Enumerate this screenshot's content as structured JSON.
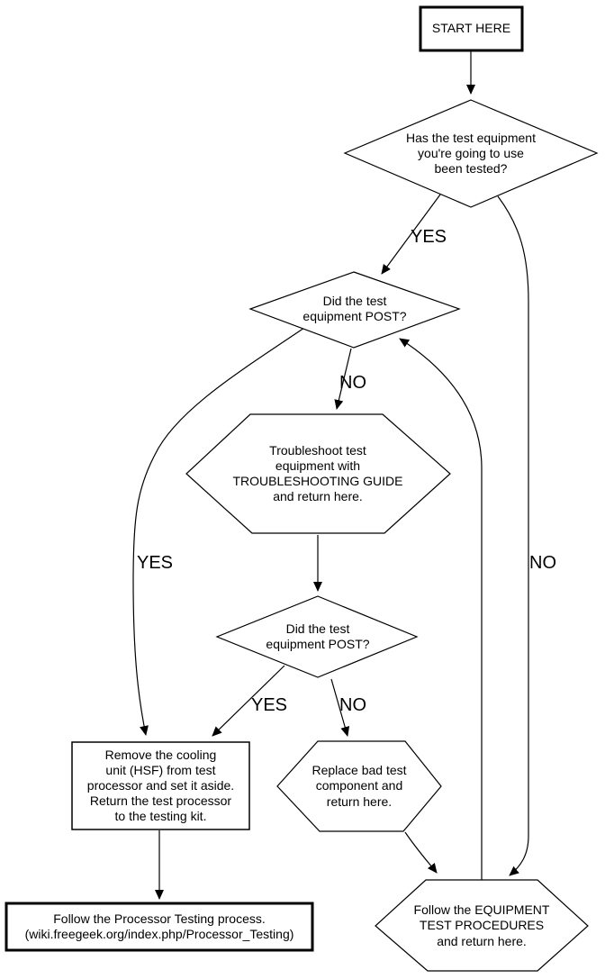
{
  "diagram": {
    "kind": "flowchart",
    "colors": {
      "line": "#000000",
      "background": "#ffffff",
      "text": "#000000"
    },
    "nodes": {
      "start": {
        "shape": "rectangle-bold",
        "text": "START HERE"
      },
      "equipment_tested": {
        "shape": "diamond",
        "text": "Has the test equipment\nyou're going to use\nbeen tested?"
      },
      "post_check_1": {
        "shape": "diamond",
        "text": "Did the test\nequipment POST?"
      },
      "troubleshoot": {
        "shape": "hexagon",
        "text": "Troubleshoot test\nequipment with\nTROUBLESHOOTING GUIDE\nand return here."
      },
      "post_check_2": {
        "shape": "diamond",
        "text": "Did the test\nequipment POST?"
      },
      "remove_cooling": {
        "shape": "rectangle",
        "text": "Remove the cooling\nunit (HSF) from test\nprocessor and set it aside.\nReturn the test processor\nto the testing kit."
      },
      "replace_component": {
        "shape": "hexagon",
        "text": "Replace bad test\ncomponent and\nreturn here."
      },
      "processor_testing": {
        "shape": "rectangle-bold",
        "text": "Follow the Processor Testing process.\n(wiki.freegeek.org/index.php/Processor_Testing)"
      },
      "equipment_procedures": {
        "shape": "hexagon",
        "text": "Follow the EQUIPMENT\nTEST PROCEDURES\nand return here."
      }
    },
    "edge_labels": {
      "tested_yes": "YES",
      "tested_no": "NO",
      "post1_no": "NO",
      "post1_yes": "YES",
      "post2_yes": "YES",
      "post2_no": "NO"
    }
  }
}
